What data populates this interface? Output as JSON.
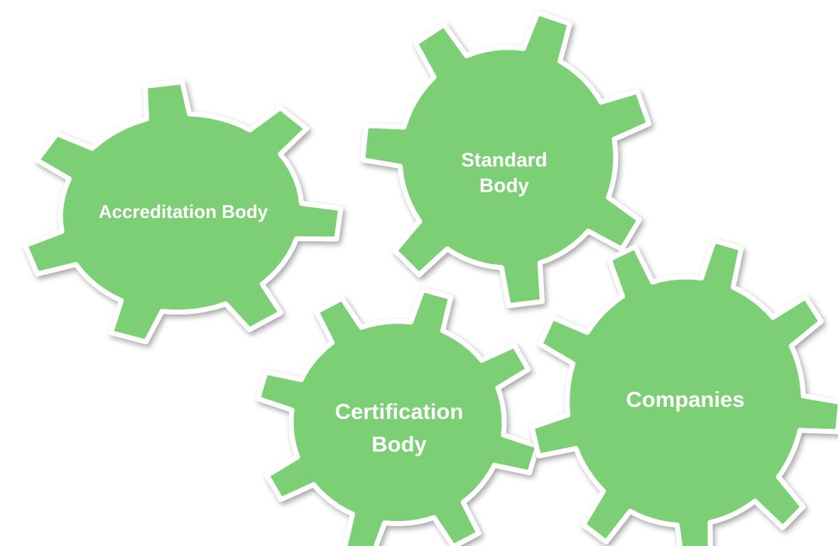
{
  "diagram": {
    "fill_color": "#7dcf74",
    "outline_color": "#ffffff",
    "text_color": "#ffffff",
    "gears": [
      {
        "id": "accreditation",
        "name": "gear-accreditation-body",
        "lines": [
          "Accreditation Body"
        ]
      },
      {
        "id": "standard",
        "name": "gear-standard-body",
        "lines": [
          "Standard",
          "Body"
        ]
      },
      {
        "id": "certification",
        "name": "gear-certification-body",
        "lines": [
          "Certification",
          "Body"
        ]
      },
      {
        "id": "companies",
        "name": "gear-companies",
        "lines": [
          "Companies"
        ]
      }
    ]
  }
}
